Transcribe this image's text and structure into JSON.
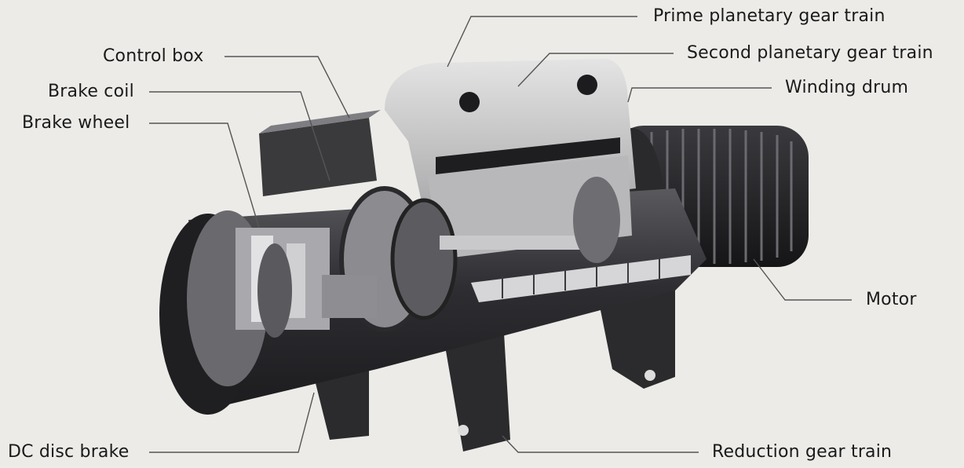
{
  "labels": {
    "prime_planetary_gear_train": "Prime planetary gear train",
    "second_planetary_gear_train": "Second planetary gear train",
    "control_box": "Control box",
    "winding_drum": "Winding drum",
    "brake_coil": "Brake coil",
    "brake_wheel": "Brake wheel",
    "motor": "Motor",
    "dc_disc_brake": "DC disc brake",
    "reduction_gear_train": "Reduction gear train"
  },
  "colors": {
    "background": "#ecebe8",
    "text": "#1a1a1a",
    "leader_line": "#555555",
    "housing_dark": "#2e2e30",
    "housing_light": "#c8c8c8"
  }
}
